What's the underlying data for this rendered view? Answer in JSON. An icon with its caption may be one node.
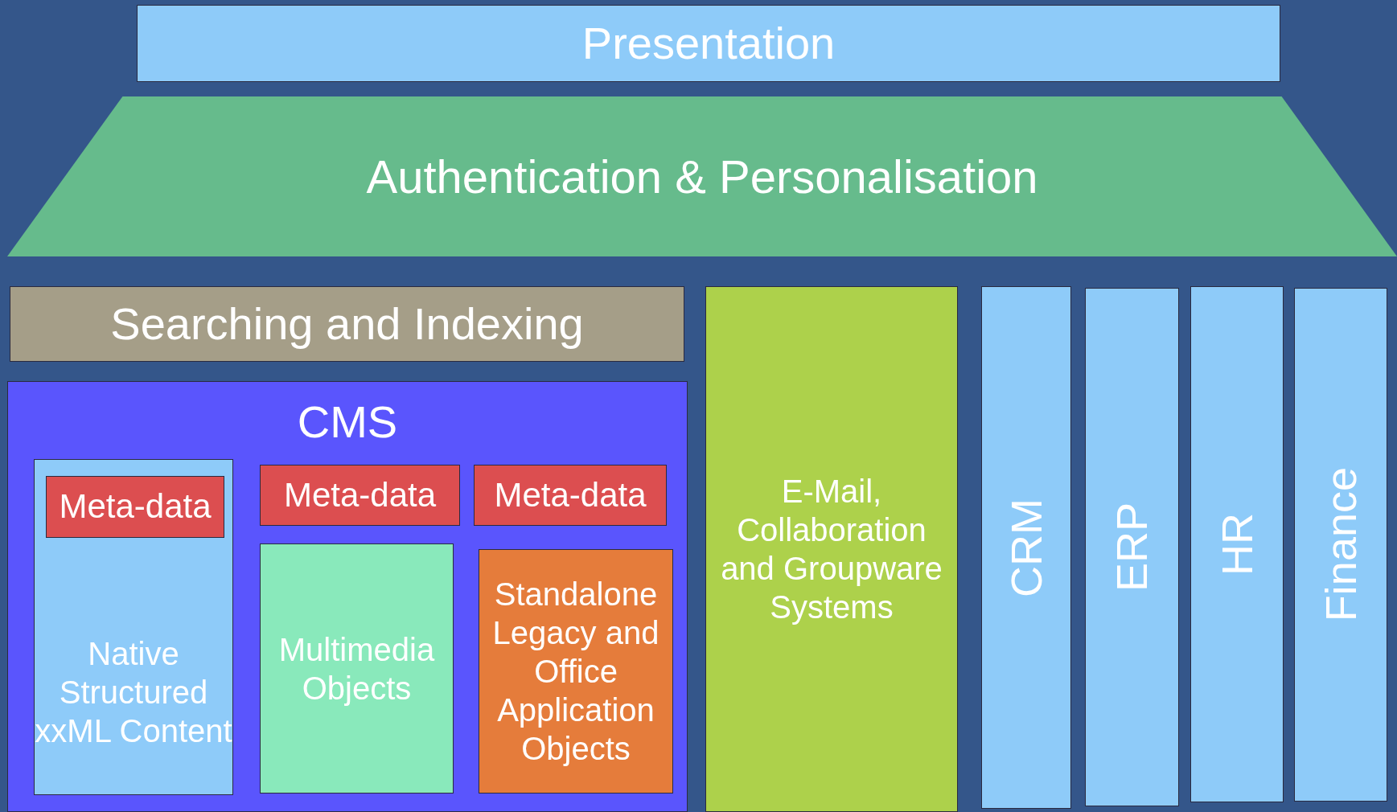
{
  "diagram": {
    "nodes": [
      {
        "text": [
          "Presentation"
        ]
      },
      {
        "text": [
          "Authentication & Personalisation"
        ]
      },
      {
        "text": [
          "Searching and Indexing"
        ]
      },
      {
        "text": [
          "CMS"
        ]
      },
      {
        "text": [
          "Native Structured xxML Content"
        ],
        "in": 3
      },
      {
        "text": [
          "Meta-data"
        ],
        "in": 4
      },
      {
        "text": [
          "Meta-data"
        ],
        "in": 3
      },
      {
        "text": [
          "Meta-data"
        ],
        "in": 3
      },
      {
        "text": [
          "Multimedia Objects"
        ],
        "in": 3
      },
      {
        "text": [
          "Standalone Legacy and Office Application Objects"
        ],
        "in": 3
      },
      {
        "text": [
          "E-Mail, Collaboration and Groupware Systems"
        ]
      },
      {
        "text": [
          "CRM"
        ]
      },
      {
        "text": [
          "ERP"
        ]
      },
      {
        "text": [
          "HR"
        ]
      },
      {
        "text": [
          "Finance"
        ]
      }
    ]
  }
}
